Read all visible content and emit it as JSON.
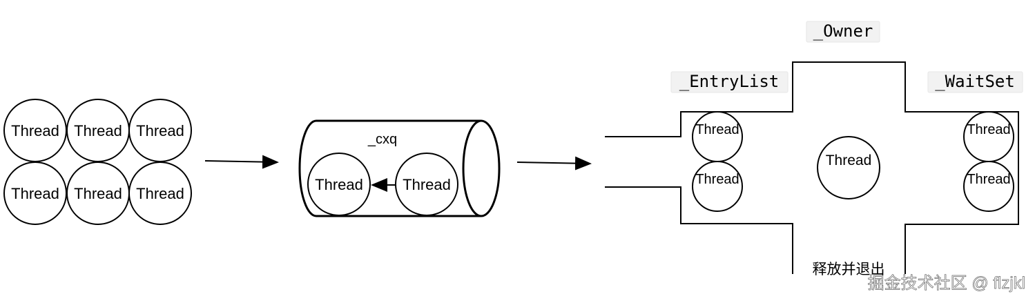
{
  "thread_label": "Thread",
  "cxq_label": "_cxq",
  "owner_label": "_Owner",
  "entrylist_label": "_EntryList",
  "waitset_label": "_WaitSet",
  "release_label": "释放并退出",
  "watermark": "掘金技术社区 @ flzjkl"
}
